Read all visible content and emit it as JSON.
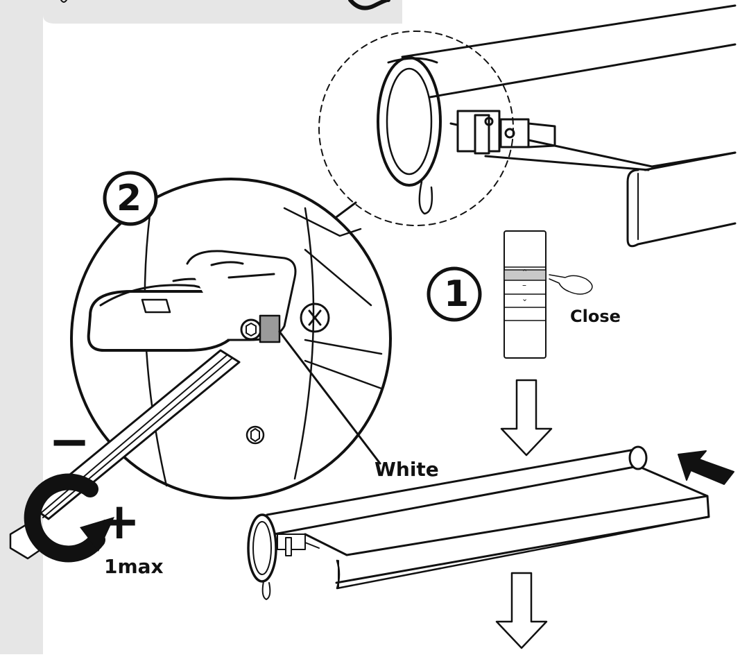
{
  "diagram": {
    "step_1": "1",
    "step_2": "2",
    "label_close": "Close",
    "label_white": "White",
    "label_minus": "−",
    "label_plus": "+",
    "label_max": "1max",
    "remote_buttons": {
      "up": "⌃",
      "stop": "–",
      "down": "⌄"
    },
    "colors": {
      "line": "#111111",
      "panel": "#e6e6e6",
      "highlight": "#c8c8c8",
      "white_part": "#9a9a9a"
    }
  }
}
